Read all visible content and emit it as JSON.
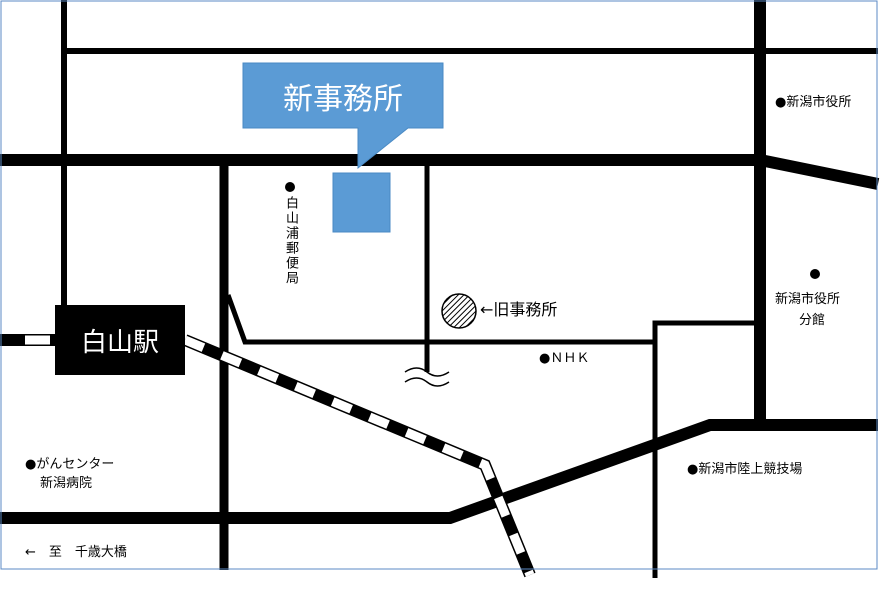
{
  "new_office": {
    "label": "新事務所",
    "color": "#5b9bd5"
  },
  "station": {
    "label": "白山駅"
  },
  "old_office": {
    "label": "←旧事務所"
  },
  "landmarks": {
    "city_hall": "●新潟市役所",
    "post_office": "白山浦郵便局",
    "city_hall_annex_line1": "新潟市役所",
    "city_hall_annex_line2": "分館",
    "nhk": "●ＮＨＫ",
    "stadium": "●新潟市陸上競技場",
    "cancer_center_line1": "●がんセンター",
    "cancer_center_line2": "新潟病院",
    "direction": "←　至　千歳大橋"
  },
  "frame_color": "#5b8ac5"
}
